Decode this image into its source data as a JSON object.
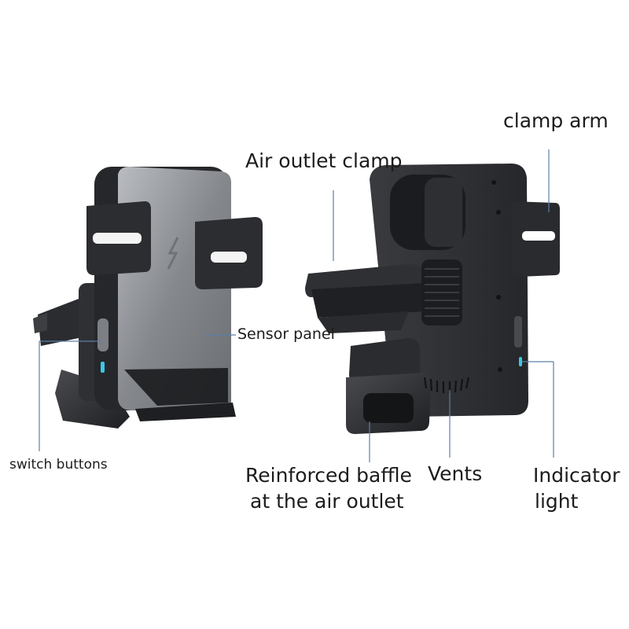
{
  "labels": {
    "clamp_arm": "clamp arm",
    "air_outlet_clamp": "Air outlet clamp",
    "sensor_panel": "Sensor panel",
    "switch_buttons": "switch buttons",
    "reinforced_baffle_line1": "Reinforced baffle",
    "reinforced_baffle_line2": "at the air outlet",
    "vents": "Vents",
    "indicator_light_line1": "Indicator",
    "indicator_light_line2": "light"
  },
  "colors": {
    "body_dark": "#2a2b2e",
    "body_mid": "#3b3c40",
    "panel_grey": "#8a8d92",
    "leader_line": "#5a7fa8",
    "indicator_led": "#39c9e6"
  }
}
